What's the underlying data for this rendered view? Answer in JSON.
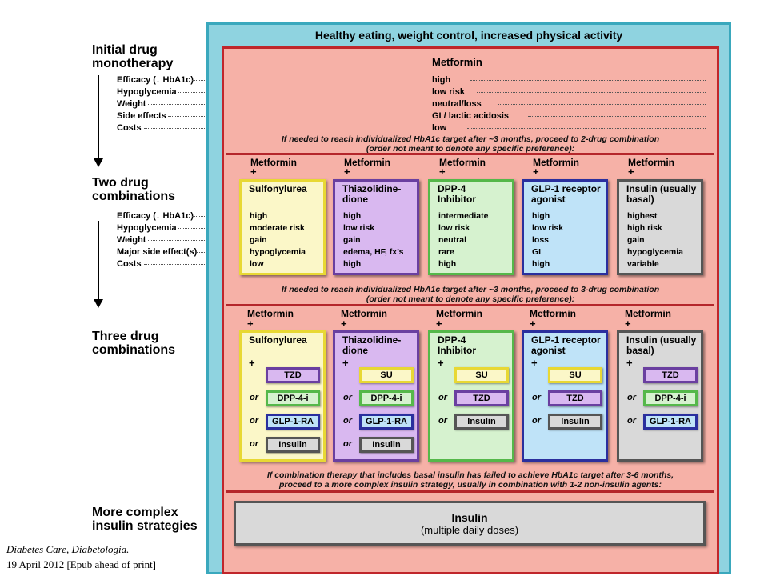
{
  "header": "Healthy eating, weight control, increased physical activity",
  "steps": {
    "mono": [
      "Initial drug",
      "monotherapy"
    ],
    "two": [
      "Two drug",
      "combinations"
    ],
    "three": [
      "Three drug",
      "combinations"
    ],
    "complex": [
      "More complex",
      "insulin strategies"
    ]
  },
  "row_labels_mono": [
    "Efficacy (↓ HbA1c)",
    "Hypoglycemia",
    "Weight",
    "Side effects",
    "Costs"
  ],
  "row_labels_two": [
    "Efficacy (↓ HbA1c)",
    "Hypoglycemia",
    "Weight",
    "Major side effect(s)",
    "Costs"
  ],
  "metformin": {
    "title": "Metformin",
    "values": [
      "high",
      "low risk",
      "neutral/loss",
      "GI / lactic acidosis",
      "low"
    ]
  },
  "note1": [
    "If needed to reach individualized HbA1c target after ~3 months, proceed to 2-drug combination",
    "(order not meant to denote any specific preference):"
  ],
  "note2": [
    "If needed to reach individualized HbA1c target after ~3 months, proceed to 3-drug combination",
    "(order not meant to denote any specific preference):"
  ],
  "note3": [
    "If combination therapy that includes basal insulin has failed to achieve HbA1c target after 3-6 months,",
    "proceed to a more complex insulin strategy, usually in combination with 1-2 non-insulin agents:"
  ],
  "col_header": "Metformin",
  "plus": "+",
  "or": "or",
  "two_drug": [
    {
      "name": [
        "Sulfonylurea",
        ""
      ],
      "values": [
        "high",
        "moderate risk",
        "gain",
        "hypoglycemia",
        "low"
      ]
    },
    {
      "name": [
        "Thiazolidine-",
        "dione"
      ],
      "values": [
        "high",
        "low risk",
        "gain",
        "edema, HF, fx’s",
        "high"
      ]
    },
    {
      "name": [
        "DPP-4",
        "Inhibitor"
      ],
      "values": [
        "intermediate",
        "low risk",
        "neutral",
        "rare",
        "high"
      ]
    },
    {
      "name": [
        "GLP-1 receptor",
        "agonist"
      ],
      "values": [
        "high",
        "low risk",
        "loss",
        "GI",
        "high"
      ]
    },
    {
      "name": [
        "Insulin (usually",
        "basal)"
      ],
      "values": [
        "highest",
        "high risk",
        "gain",
        "hypoglycemia",
        "variable"
      ]
    }
  ],
  "three_drug": [
    {
      "name": [
        "Sulfonylurea",
        ""
      ],
      "options": [
        "TZD",
        "DPP-4-i",
        "GLP-1-RA",
        "Insulin"
      ]
    },
    {
      "name": [
        "Thiazolidine-",
        "dione"
      ],
      "options": [
        "SU",
        "DPP-4-i",
        "GLP-1-RA",
        "Insulin"
      ]
    },
    {
      "name": [
        "DPP-4",
        "Inhibitor"
      ],
      "options": [
        "SU",
        "TZD",
        "Insulin"
      ]
    },
    {
      "name": [
        "GLP-1 receptor",
        "agonist"
      ],
      "options": [
        "SU",
        "TZD",
        "Insulin"
      ]
    },
    {
      "name": [
        "Insulin (usually",
        "basal)"
      ],
      "options": [
        "TZD",
        "DPP-4-i",
        "GLP-1-RA"
      ]
    }
  ],
  "insulin_final": {
    "title": "Insulin",
    "subtitle": "(multiple daily doses)"
  },
  "citation": [
    "Diabetes Care, Diabetologia.",
    "19 April 2012 [Epub ahead of print]"
  ],
  "colors": {
    "outer": "#8fd3e0",
    "inner": "#f6b1a7",
    "divider": "#b5262b",
    "sulfonylurea": "#fbf7c8",
    "sulfonylurea_border": "#e8d834",
    "tzd": "#d9b8f0",
    "tzd_border": "#6a3fa0",
    "dpp4": "#d6f2cf",
    "dpp4_border": "#55b84a",
    "glp1": "#bfe3f8",
    "glp1_border": "#2a2f9e",
    "insulin": "#d9d9d9",
    "insulin_border": "#555555"
  }
}
